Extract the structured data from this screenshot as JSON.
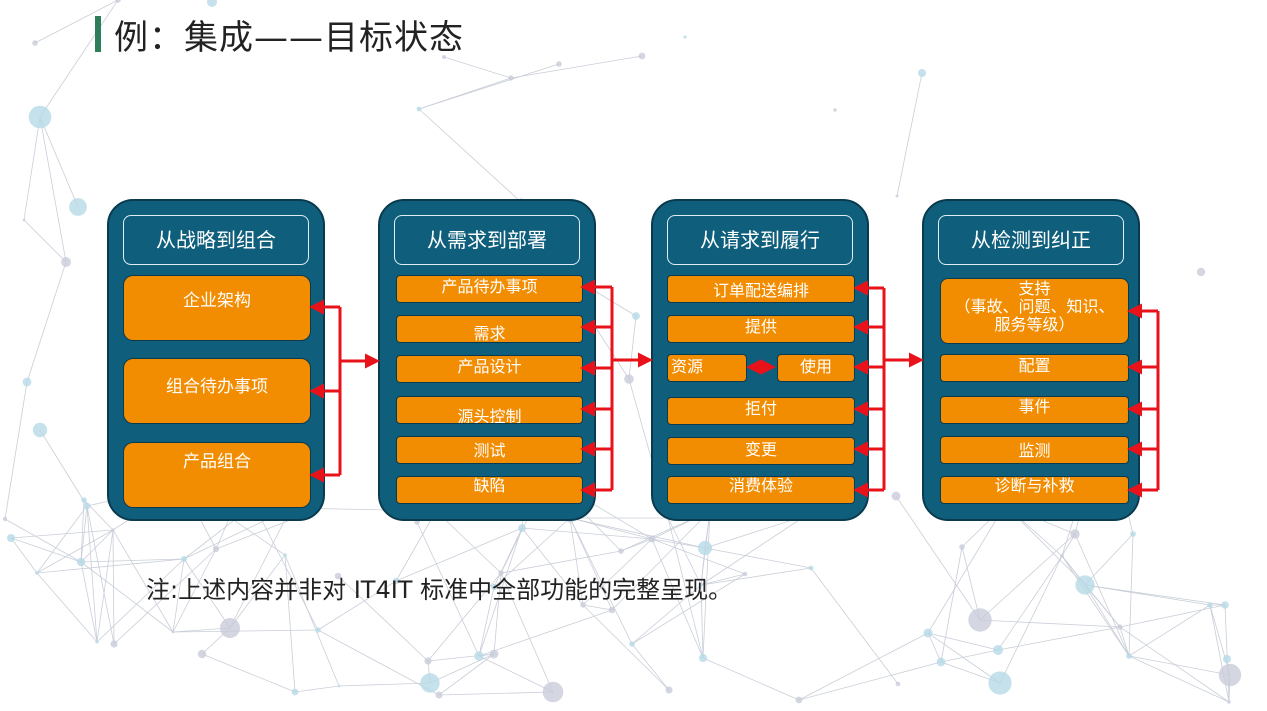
{
  "title": "例：集成——目标状态",
  "panels": [
    {
      "heading": "从战略到组合",
      "items": [
        "企业架构",
        "组合待办事项",
        "产品组合"
      ]
    },
    {
      "heading": "从需求到部署",
      "items": [
        "产品待办事项",
        "需求",
        "产品设计",
        "源头控制",
        "测试",
        "缺陷"
      ]
    },
    {
      "heading": "从请求到履行",
      "items": [
        "订单配送编排",
        "提供",
        "资源",
        "使用",
        "拒付",
        "变更",
        "消费体验"
      ]
    },
    {
      "heading": "从检测到纠正",
      "items": [
        "支持",
        "（事故、问题、知识、",
        "服务等级）",
        "配置",
        "事件",
        "监测",
        "诊断与补救"
      ]
    }
  ],
  "note": "注:上述内容并非对 IT4IT 标准中全部功能的完整呈现。",
  "colors": {
    "panel": "#0f5f7c",
    "item": "#f28c00",
    "arrow": "#e8121a",
    "title_bar": "#2e7d5b"
  }
}
